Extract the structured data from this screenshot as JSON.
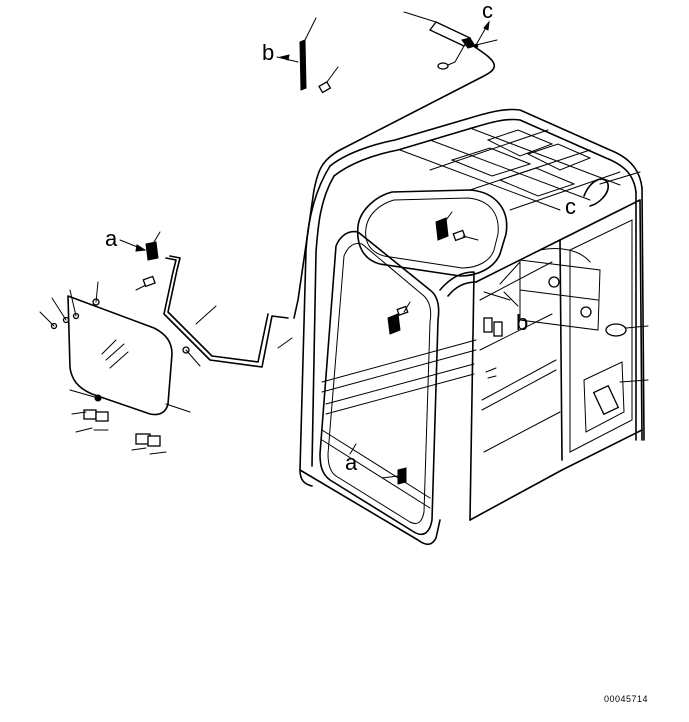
{
  "callouts": {
    "b_top": "b",
    "c_top": "c",
    "a_left": "a",
    "b_cab": "b",
    "c_cab": "c",
    "a_cab": "a"
  },
  "document_number": "00045714"
}
